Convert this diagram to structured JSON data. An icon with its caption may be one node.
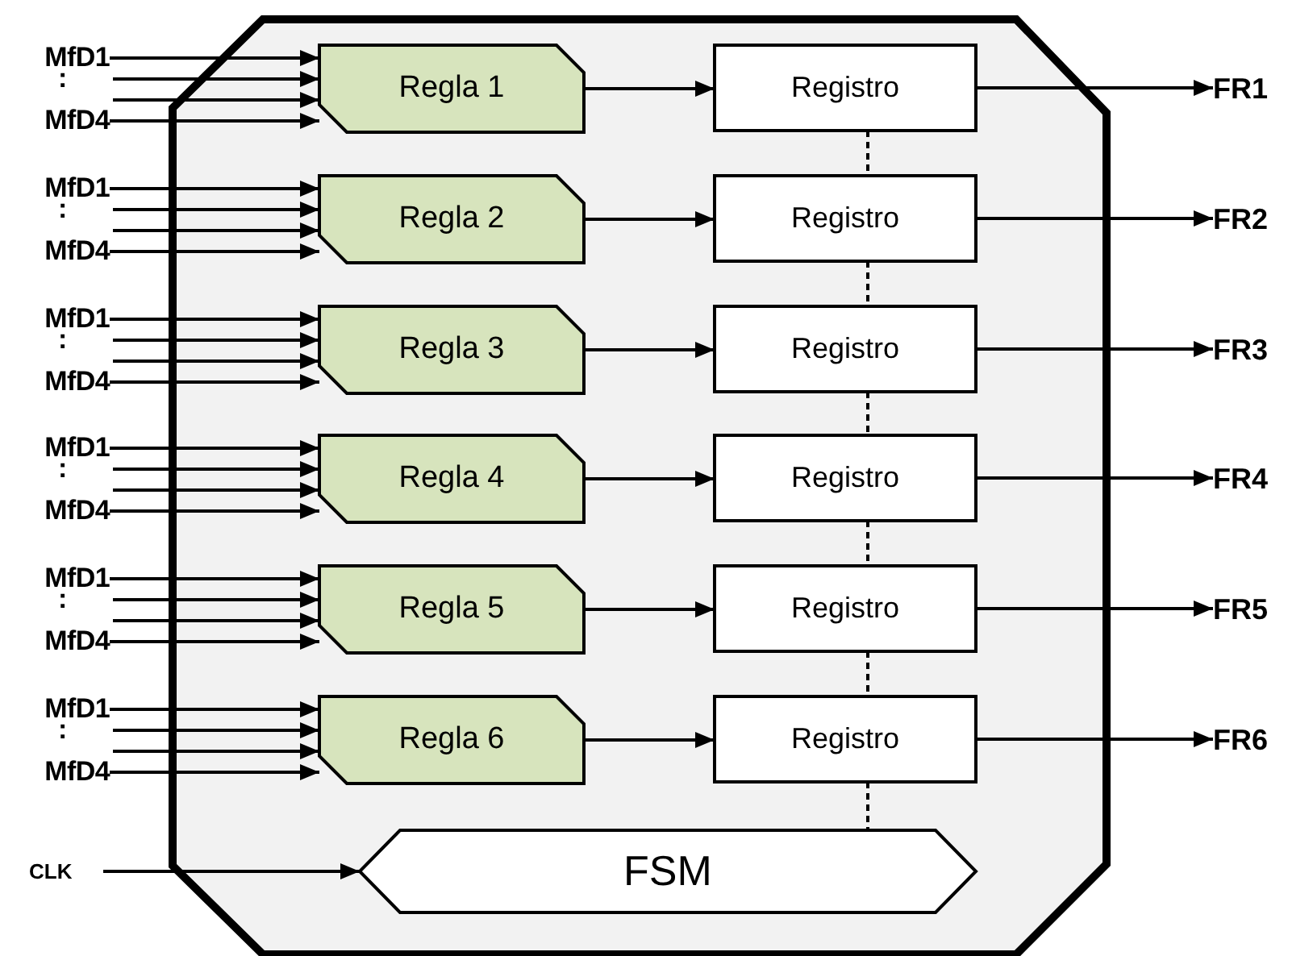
{
  "diagram": {
    "nodes": [
      {
        "text": [],
        "shape": "octagon"
      },
      {
        "text": [
          "MfD1"
        ]
      },
      {
        "text": [
          "MfD4"
        ]
      },
      {
        "text": [
          "Regla 1"
        ],
        "in": 0
      },
      {
        "text": [
          "Registro"
        ],
        "in": 0
      },
      {
        "text": [
          "FR1"
        ]
      },
      {
        "text": [
          "MfD1"
        ]
      },
      {
        "text": [
          "MfD4"
        ]
      },
      {
        "text": [
          "Regla 2"
        ],
        "in": 0
      },
      {
        "text": [
          "Registro"
        ],
        "in": 0
      },
      {
        "text": [
          "FR2"
        ]
      },
      {
        "text": [
          "MfD1"
        ]
      },
      {
        "text": [
          "MfD4"
        ]
      },
      {
        "text": [
          "Regla 3"
        ],
        "in": 0
      },
      {
        "text": [
          "Registro"
        ],
        "in": 0
      },
      {
        "text": [
          "FR3"
        ]
      },
      {
        "text": [
          "MfD1"
        ]
      },
      {
        "text": [
          "MfD4"
        ]
      },
      {
        "text": [
          "Regla 4"
        ],
        "in": 0
      },
      {
        "text": [
          "Registro"
        ],
        "in": 0
      },
      {
        "text": [
          "FR4"
        ]
      },
      {
        "text": [
          "MfD1"
        ]
      },
      {
        "text": [
          "MfD4"
        ]
      },
      {
        "text": [
          "Regla 5"
        ],
        "in": 0
      },
      {
        "text": [
          "Registro"
        ],
        "in": 0
      },
      {
        "text": [
          "FR5"
        ]
      },
      {
        "text": [
          "MfD1"
        ]
      },
      {
        "text": [
          "MfD4"
        ]
      },
      {
        "text": [
          "Regla 6"
        ],
        "in": 0
      },
      {
        "text": [
          "Registro"
        ],
        "in": 0
      },
      {
        "text": [
          "FR6"
        ]
      },
      {
        "text": [
          "CLK"
        ]
      },
      {
        "text": [
          "FSM"
        ],
        "in": 0
      }
    ],
    "edges": [
      {
        "from": 1,
        "to": 3,
        "arrow": "to"
      },
      {
        "from": 1,
        "to": 3,
        "arrow": "to"
      },
      {
        "from": 2,
        "to": 3,
        "arrow": "to"
      },
      {
        "from": 2,
        "to": 3,
        "arrow": "to"
      },
      {
        "from": 3,
        "to": 4,
        "arrow": "to"
      },
      {
        "from": 4,
        "to": 5,
        "arrow": "to"
      },
      {
        "from": 4,
        "to": 9,
        "arrow": "none",
        "style": "dashed"
      },
      {
        "from": 6,
        "to": 8,
        "arrow": "to"
      },
      {
        "from": 6,
        "to": 8,
        "arrow": "to"
      },
      {
        "from": 7,
        "to": 8,
        "arrow": "to"
      },
      {
        "from": 7,
        "to": 8,
        "arrow": "to"
      },
      {
        "from": 8,
        "to": 9,
        "arrow": "to"
      },
      {
        "from": 9,
        "to": 10,
        "arrow": "to"
      },
      {
        "from": 9,
        "to": 14,
        "arrow": "none",
        "style": "dashed"
      },
      {
        "from": 11,
        "to": 13,
        "arrow": "to"
      },
      {
        "from": 11,
        "to": 13,
        "arrow": "to"
      },
      {
        "from": 12,
        "to": 13,
        "arrow": "to"
      },
      {
        "from": 12,
        "to": 13,
        "arrow": "to"
      },
      {
        "from": 13,
        "to": 14,
        "arrow": "to"
      },
      {
        "from": 14,
        "to": 15,
        "arrow": "to"
      },
      {
        "from": 14,
        "to": 19,
        "arrow": "none",
        "style": "dashed"
      },
      {
        "from": 16,
        "to": 18,
        "arrow": "to"
      },
      {
        "from": 16,
        "to": 18,
        "arrow": "to"
      },
      {
        "from": 17,
        "to": 18,
        "arrow": "to"
      },
      {
        "from": 17,
        "to": 18,
        "arrow": "to"
      },
      {
        "from": 18,
        "to": 19,
        "arrow": "to"
      },
      {
        "from": 19,
        "to": 20,
        "arrow": "to"
      },
      {
        "from": 19,
        "to": 24,
        "arrow": "none",
        "style": "dashed"
      },
      {
        "from": 21,
        "to": 23,
        "arrow": "to"
      },
      {
        "from": 21,
        "to": 23,
        "arrow": "to"
      },
      {
        "from": 22,
        "to": 23,
        "arrow": "to"
      },
      {
        "from": 22,
        "to": 23,
        "arrow": "to"
      },
      {
        "from": 23,
        "to": 24,
        "arrow": "to"
      },
      {
        "from": 24,
        "to": 25,
        "arrow": "to"
      },
      {
        "from": 24,
        "to": 29,
        "arrow": "none",
        "style": "dashed"
      },
      {
        "from": 26,
        "to": 28,
        "arrow": "to"
      },
      {
        "from": 26,
        "to": 28,
        "arrow": "to"
      },
      {
        "from": 27,
        "to": 28,
        "arrow": "to"
      },
      {
        "from": 27,
        "to": 28,
        "arrow": "to"
      },
      {
        "from": 28,
        "to": 29,
        "arrow": "to"
      },
      {
        "from": 29,
        "to": 30,
        "arrow": "to"
      },
      {
        "from": 29,
        "to": 32,
        "arrow": "none",
        "style": "dashed"
      },
      {
        "from": 31,
        "to": 32,
        "arrow": "to"
      }
    ],
    "labels": [
      ":",
      ":",
      ":",
      ":",
      ":",
      ":"
    ]
  }
}
